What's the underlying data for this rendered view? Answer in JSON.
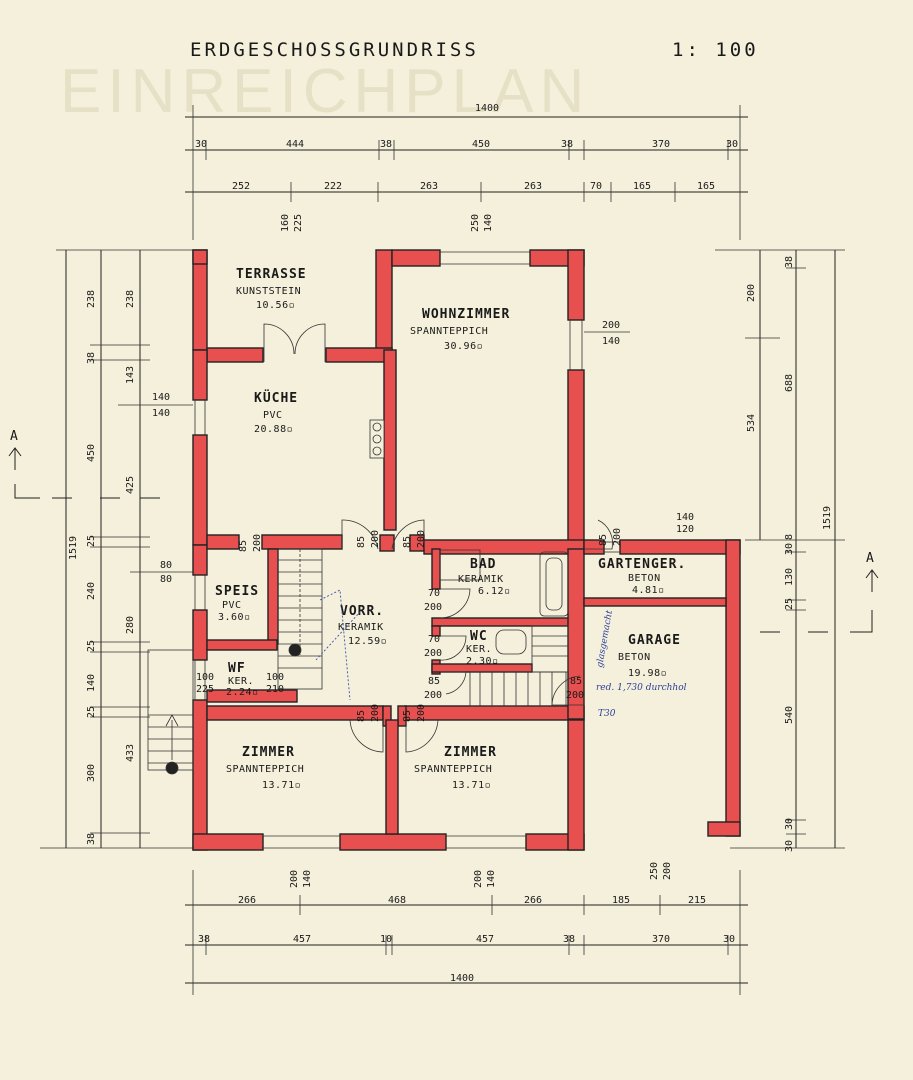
{
  "title": "ERDGESCHOSSGRUNDRISS",
  "scale": "1: 100",
  "rooms": [
    {
      "id": "terrasse",
      "name": "TERRASSE",
      "floor": "KUNSTSTEIN",
      "area": "10.56▫"
    },
    {
      "id": "wohnzimmer",
      "name": "WOHNZIMMER",
      "floor": "SPANNTEPPICH",
      "area": "30.96▫"
    },
    {
      "id": "kueche",
      "name": "KÜCHE",
      "floor": "PVC",
      "area": "20.88▫"
    },
    {
      "id": "speis",
      "name": "SPEIS",
      "floor": "PVC",
      "area": "3.60▫"
    },
    {
      "id": "vorr",
      "name": "VORR.",
      "floor": "KERAMIK",
      "area": "12.59▫"
    },
    {
      "id": "bad",
      "name": "BAD",
      "floor": "KERAMIK",
      "area": "6.12▫"
    },
    {
      "id": "wc",
      "name": "WC",
      "floor": "KER.",
      "area": "2.30▫"
    },
    {
      "id": "wf",
      "name": "WF",
      "floor": "KER.",
      "area": "2.24▫"
    },
    {
      "id": "gartenger",
      "name": "GARTENGER.",
      "floor": "BETON",
      "area": "4.81▫"
    },
    {
      "id": "garage",
      "name": "GARAGE",
      "floor": "BETON",
      "area": "19.98▫"
    },
    {
      "id": "zimmer1",
      "name": "ZIMMER",
      "floor": "SPANNTEPPICH",
      "area": "13.71▫"
    },
    {
      "id": "zimmer2",
      "name": "ZIMMER",
      "floor": "SPANNTEPPICH",
      "area": "13.71▫"
    }
  ],
  "dims": {
    "top_total": "1400",
    "top_row1": [
      "30",
      "444",
      "38",
      "450",
      "38",
      "370",
      "30"
    ],
    "top_row2": [
      "252",
      "222",
      "263",
      "263",
      "70",
      "165",
      "165"
    ],
    "bottom_row1": [
      "266",
      "468",
      "266",
      "185",
      "215"
    ],
    "bottom_row2": [
      "38",
      "457",
      "10",
      "457",
      "38",
      "370",
      "30"
    ],
    "bottom_total": "1400",
    "left_total": "1519",
    "left_row1": [
      "238",
      "38",
      "450",
      "25",
      "240",
      "25",
      "140",
      "25",
      "300",
      "38"
    ],
    "left_row2": [
      "238",
      "143",
      "425",
      "280",
      "433"
    ],
    "right_total": "1519",
    "right_row1": [
      "38",
      "688",
      "8",
      "30",
      "130",
      "25",
      "540",
      "30",
      "30"
    ],
    "right_row2": [
      "200",
      "534"
    ],
    "openings": {
      "win_top_terrasse": [
        "160",
        "225"
      ],
      "win_top_wohn": [
        "250",
        "140"
      ],
      "win_wohn_side": [
        "200",
        "140"
      ],
      "win_kueche": [
        "140",
        "140"
      ],
      "win_speis": [
        "80",
        "80"
      ],
      "wf": [
        "100",
        "225",
        "100",
        "210"
      ],
      "door_85_200": [
        "85",
        "200"
      ],
      "door_70_200": [
        "70",
        "200"
      ],
      "win_garten": [
        "140",
        "120"
      ],
      "win_bottom": [
        "200",
        "140"
      ],
      "garage_door": [
        "250",
        "200"
      ]
    }
  },
  "section_marker": "A",
  "handwritten_notes": [
    "glasgemacht",
    "red. 1,730 durchhol",
    "T30"
  ]
}
